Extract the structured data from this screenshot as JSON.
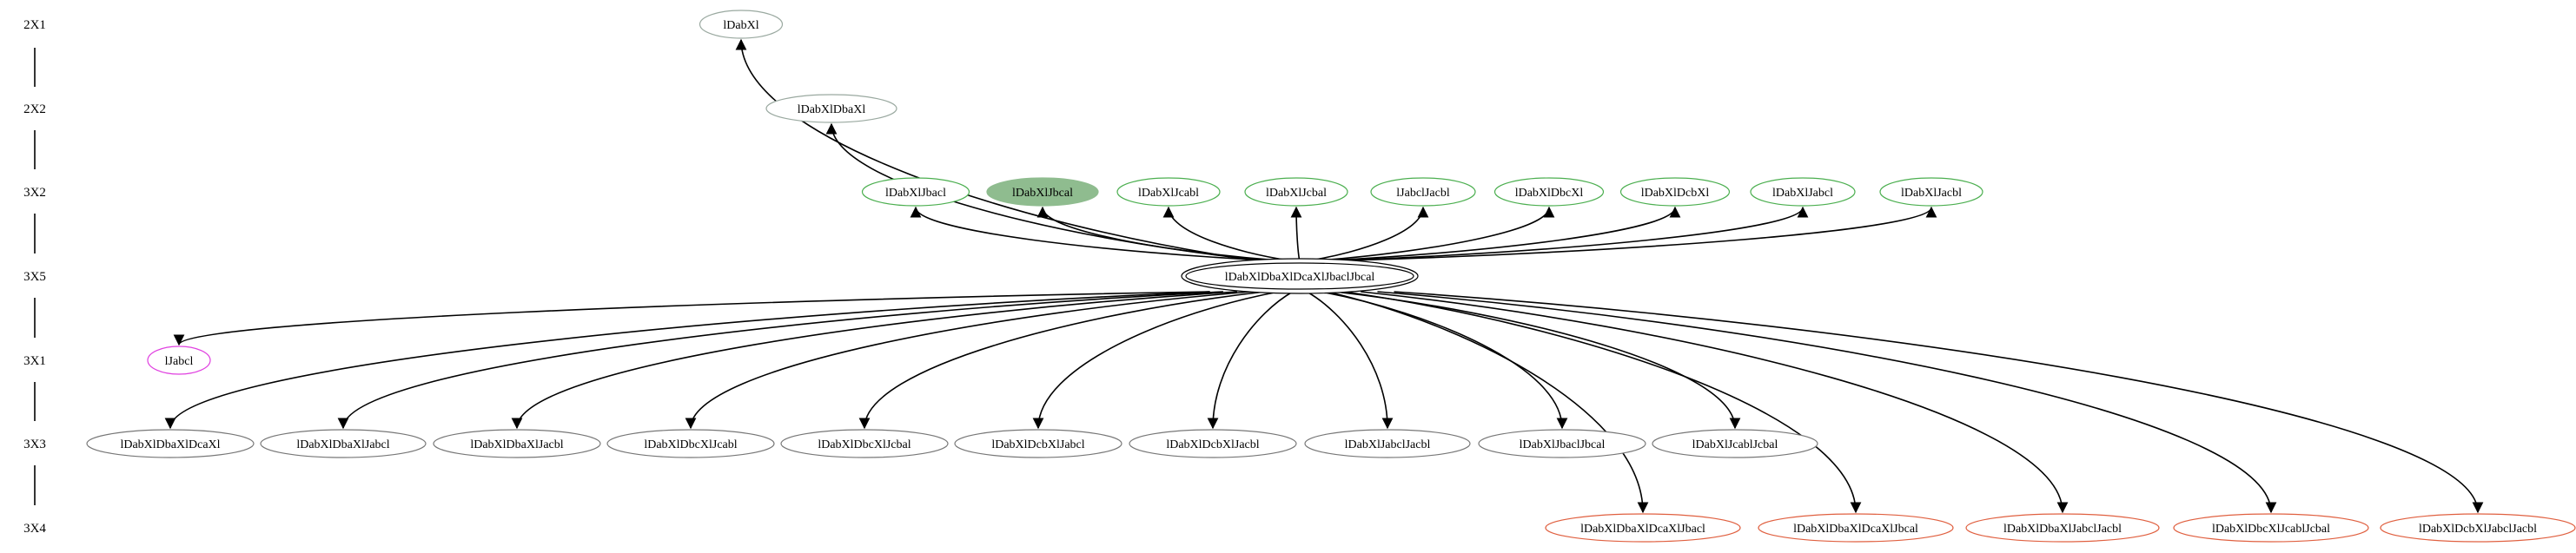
{
  "levels": [
    "2X1",
    "2X2",
    "3X2",
    "3X5",
    "3X1",
    "3X3",
    "3X4"
  ],
  "colors": {
    "root": "#000000",
    "level_2": "#4caf50",
    "highlight_fill": "#8fbc8f",
    "level_3x1": "#e040e0",
    "level_3x3": "#777777",
    "level_3x4": "#e06040",
    "top": "#9aa9a0"
  },
  "root": {
    "label": "lDabXlDbaXlDcaXlJbaclJbcal"
  },
  "nodes": [
    {
      "id": "n2x1",
      "label": "lDabXl",
      "level": "2X1",
      "group": "top"
    },
    {
      "id": "n2x2",
      "label": "lDabXlDbaXl",
      "level": "2X2",
      "group": "top"
    },
    {
      "id": "g1",
      "label": "lDabXlJbacl",
      "level": "3X2",
      "group": "level_2"
    },
    {
      "id": "g2",
      "label": "lDabXlJbcal",
      "level": "3X2",
      "group": "level_2",
      "highlight": true
    },
    {
      "id": "g3",
      "label": "lDabXlJcabl",
      "level": "3X2",
      "group": "level_2"
    },
    {
      "id": "g4",
      "label": "lDabXlJcbal",
      "level": "3X2",
      "group": "level_2"
    },
    {
      "id": "g5",
      "label": "lJabclJacbl",
      "level": "3X2",
      "group": "level_2"
    },
    {
      "id": "g6",
      "label": "lDabXlDbcXl",
      "level": "3X2",
      "group": "level_2"
    },
    {
      "id": "g7",
      "label": "lDabXlDcbXl",
      "level": "3X2",
      "group": "level_2"
    },
    {
      "id": "g8",
      "label": "lDabXlJabcl",
      "level": "3X2",
      "group": "level_2"
    },
    {
      "id": "g9",
      "label": "lDabXlJacbl",
      "level": "3X2",
      "group": "level_2"
    },
    {
      "id": "m1",
      "label": "lJabcl",
      "level": "3X1",
      "group": "level_3x1"
    },
    {
      "id": "b1",
      "label": "lDabXlDbaXlDcaXl",
      "level": "3X3",
      "group": "level_3x3"
    },
    {
      "id": "b2",
      "label": "lDabXlDbaXlJabcl",
      "level": "3X3",
      "group": "level_3x3"
    },
    {
      "id": "b3",
      "label": "lDabXlDbaXlJacbl",
      "level": "3X3",
      "group": "level_3x3"
    },
    {
      "id": "b4",
      "label": "lDabXlDbcXlJcabl",
      "level": "3X3",
      "group": "level_3x3"
    },
    {
      "id": "b5",
      "label": "lDabXlDbcXlJcbal",
      "level": "3X3",
      "group": "level_3x3"
    },
    {
      "id": "b6",
      "label": "lDabXlDcbXlJabcl",
      "level": "3X3",
      "group": "level_3x3"
    },
    {
      "id": "b7",
      "label": "lDabXlDcbXlJacbl",
      "level": "3X3",
      "group": "level_3x3"
    },
    {
      "id": "b8",
      "label": "lDabXlJabclJacbl",
      "level": "3X3",
      "group": "level_3x3"
    },
    {
      "id": "b9",
      "label": "lDabXlJbaclJbcal",
      "level": "3X3",
      "group": "level_3x3"
    },
    {
      "id": "b10",
      "label": "lDabXlJcablJcbal",
      "level": "3X3",
      "group": "level_3x3"
    },
    {
      "id": "r1",
      "label": "lDabXlDbaXlDcaXlJbacl",
      "level": "3X4",
      "group": "level_3x4"
    },
    {
      "id": "r2",
      "label": "lDabXlDbaXlDcaXlJbcal",
      "level": "3X4",
      "group": "level_3x4"
    },
    {
      "id": "r3",
      "label": "lDabXlDbaXlJabclJacbl",
      "level": "3X4",
      "group": "level_3x4"
    },
    {
      "id": "r4",
      "label": "lDabXlDbcXlJcablJcbal",
      "level": "3X4",
      "group": "level_3x4"
    },
    {
      "id": "r5",
      "label": "lDabXlDcbXlJabclJacbl",
      "level": "3X4",
      "group": "level_3x4"
    }
  ]
}
